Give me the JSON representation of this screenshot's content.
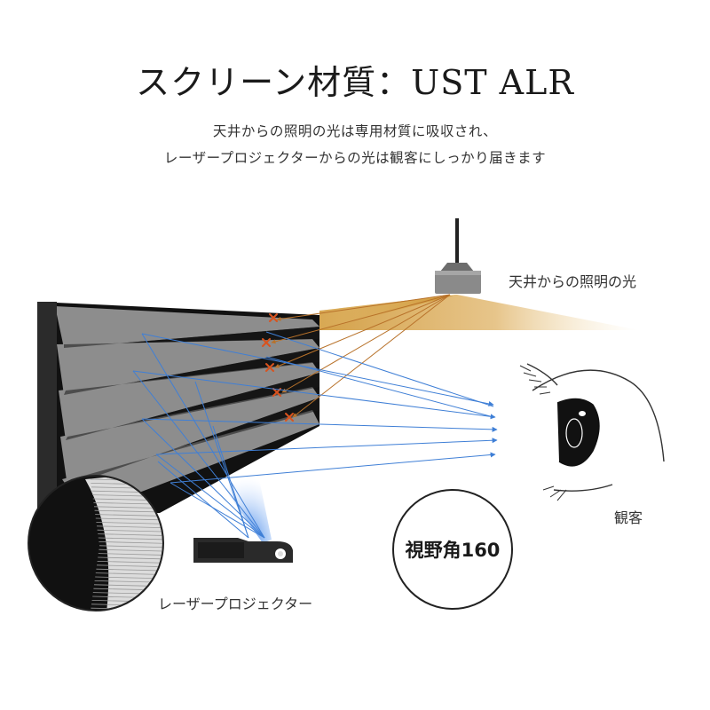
{
  "title": "スクリーン材質：UST ALR",
  "subtitle": {
    "line1": "天井からの照明の光は専用材質に吸収され、",
    "line2": "レーザープロジェクターからの光は観客にしっかり届きます"
  },
  "labels": {
    "ceiling_light": "天井からの照明の光",
    "viewer": "観客",
    "projector": "レーザープロジェクター"
  },
  "badge": {
    "text": "視野角160"
  },
  "icons": {
    "absorbed_marker": "x-mark",
    "eye": "eye-icon",
    "lamp": "ceiling-lamp-icon",
    "projector": "projector-icon"
  },
  "colors": {
    "ambient_light": "#c98a1c",
    "ambient_ray": "#b8722a",
    "absorb_mark": "#d9531e",
    "projector_ray": "#3f7fd6",
    "screen_dark": "#111111",
    "screen_grey": "#8a8a8a"
  }
}
